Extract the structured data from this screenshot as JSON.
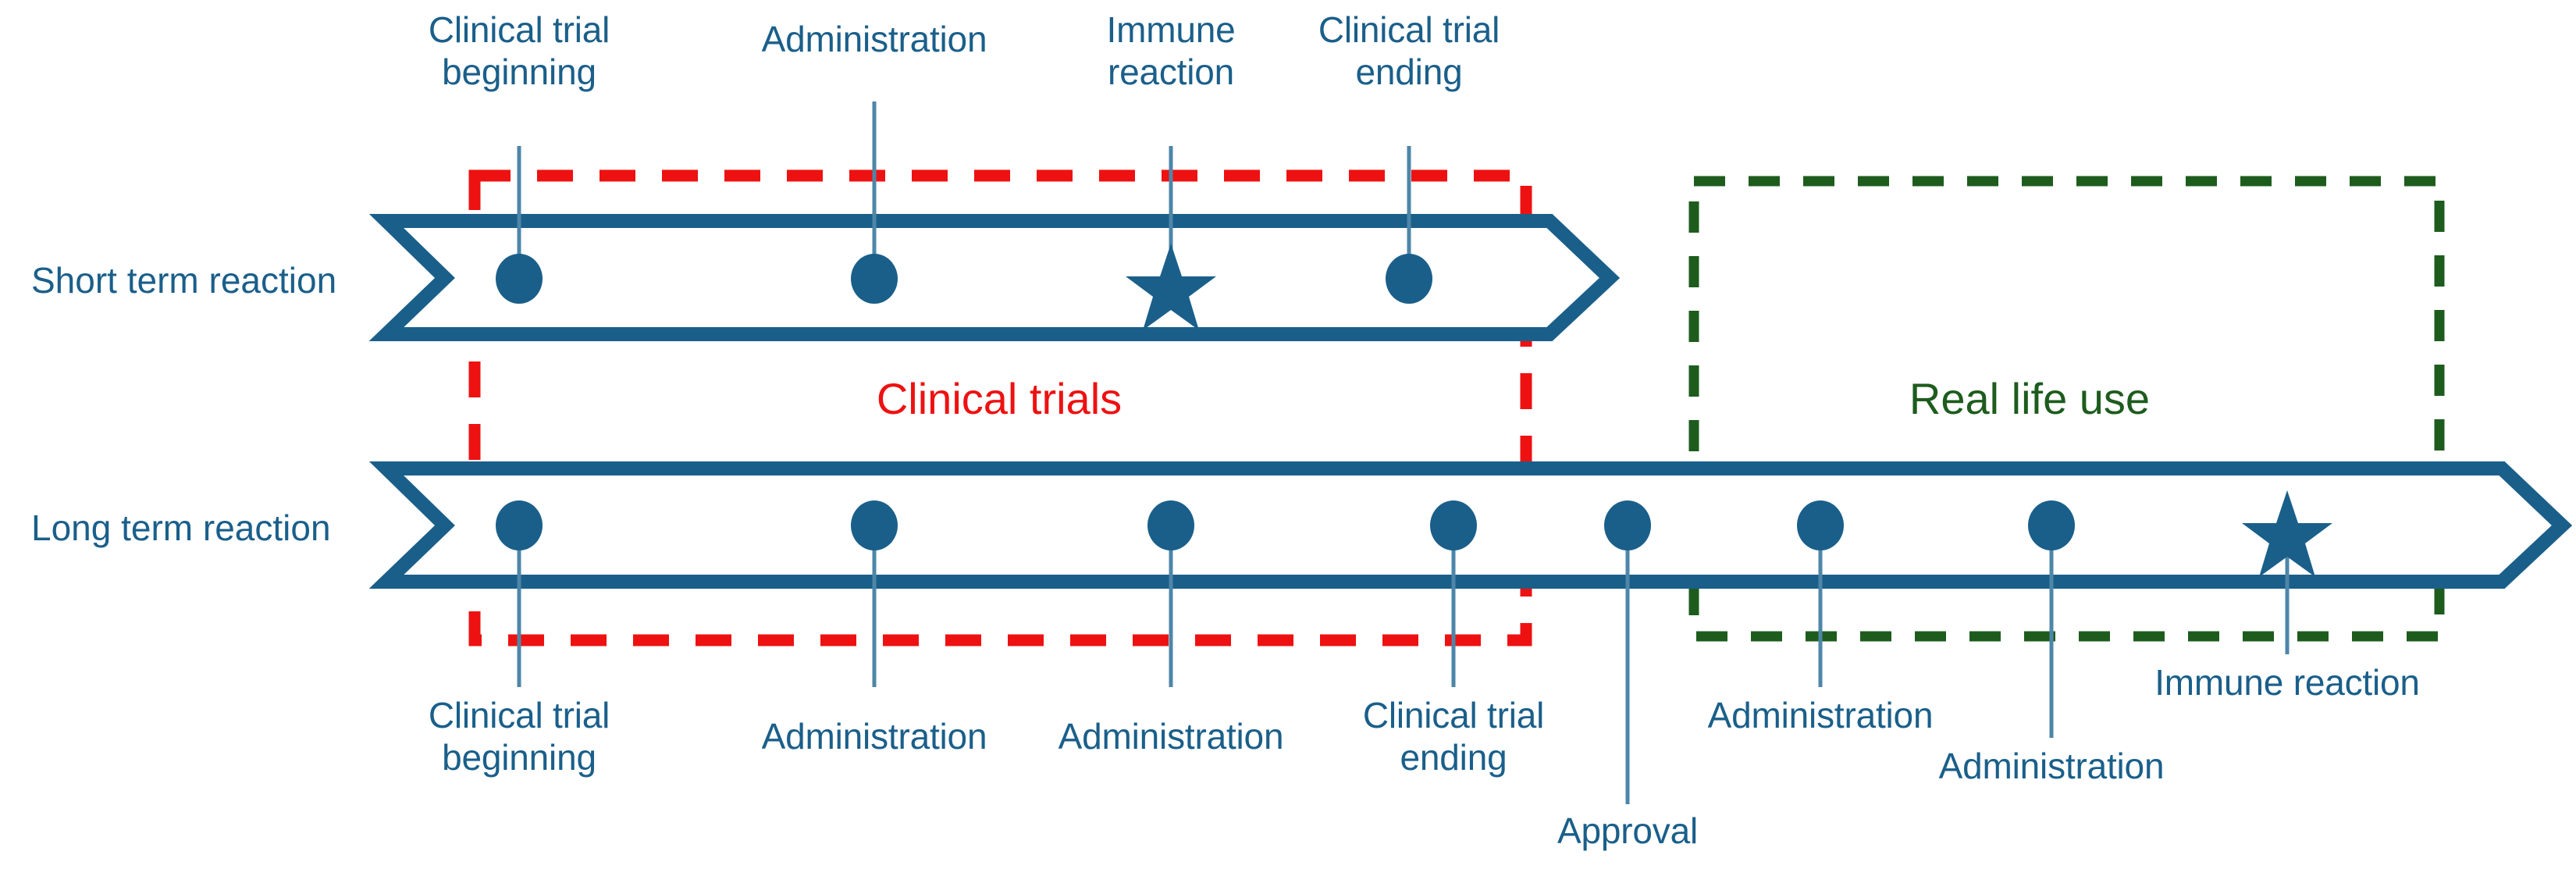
{
  "theme": {
    "ink": "#1a5f8a",
    "banner_stroke": "#1a5f8a",
    "marker_fill": "#1a5f8a",
    "stem": "#4d86a8",
    "clinical_trials_color": "#ee1111",
    "real_life_use_color": "#1d5c1d",
    "background": "#ffffff"
  },
  "rows": [
    {
      "id": "short-term",
      "label": "Short term reaction"
    },
    {
      "id": "long-term",
      "label": "Long term reaction"
    }
  ],
  "zones": [
    {
      "id": "clinical-trials",
      "label": "Clinical trials",
      "color": "#ee1111",
      "style": "dashed"
    },
    {
      "id": "real-life-use",
      "label": "Real life use",
      "color": "#1d5c1d",
      "style": "dashed"
    }
  ],
  "top_row_events": [
    {
      "id": "ct-begin-top",
      "label": "Clinical trial\nbeginning",
      "marker": "circle",
      "position": "above"
    },
    {
      "id": "admin-top-1",
      "label": "Administration",
      "marker": "circle",
      "position": "above"
    },
    {
      "id": "immune-top",
      "label": "Immune\nreaction",
      "marker": "star",
      "position": "above"
    },
    {
      "id": "ct-end-top",
      "label": "Clinical trial\nending",
      "marker": "circle",
      "position": "above"
    }
  ],
  "bottom_row_events": [
    {
      "id": "ct-begin-bot",
      "label": "Clinical trial\nbeginning",
      "marker": "circle",
      "position": "below"
    },
    {
      "id": "admin-bot-1",
      "label": "Administration",
      "marker": "circle",
      "position": "below"
    },
    {
      "id": "admin-bot-2",
      "label": "Administration",
      "marker": "circle",
      "position": "below"
    },
    {
      "id": "ct-end-bot",
      "label": "Clinical trial\nending",
      "marker": "circle",
      "position": "below"
    },
    {
      "id": "approval-bot",
      "label": "Approval",
      "marker": "circle",
      "position": "below"
    },
    {
      "id": "admin-bot-3",
      "label": "Administration",
      "marker": "circle",
      "position": "below"
    },
    {
      "id": "admin-bot-4",
      "label": "Administration",
      "marker": "circle",
      "position": "below"
    },
    {
      "id": "immune-bot",
      "label": "Immune reaction",
      "marker": "star",
      "position": "below"
    }
  ]
}
